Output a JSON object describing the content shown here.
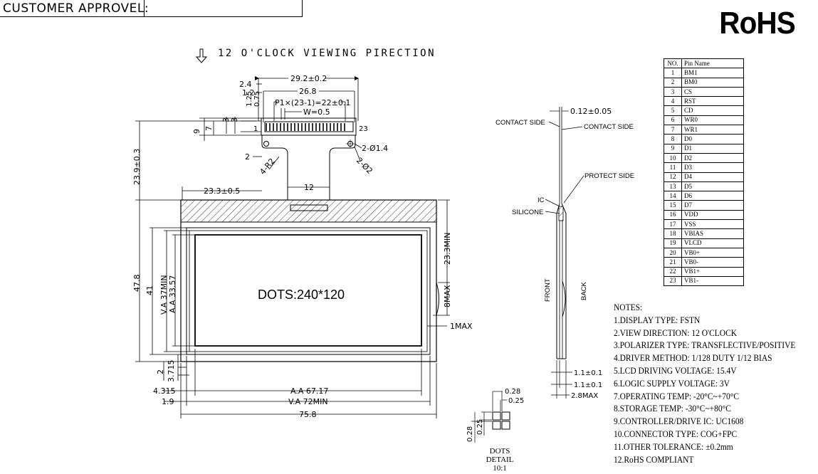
{
  "header": {
    "approval_label": "CUSTOMER APPROVEL:",
    "rohs_mark": "RoHS"
  },
  "view_direction": "12 O'CLOCK VIEWING PIRECTION",
  "display_text": "DOTS:240*120",
  "dims": {
    "d29": "29.2±0.2",
    "d26": "26.8",
    "d24": "2.4",
    "d12a": "1.2",
    "d125": "1.25",
    "d075": "0.75",
    "pitch": "P1×(23-1)=22±0.1",
    "w05": "W=0.5",
    "d3a": "3",
    "d3b": "3",
    "d9": "9",
    "d7": "7",
    "pin1": "1",
    "pin23": "23",
    "hole": "2-Ø1.4",
    "hole2": "2-Ø2",
    "r2": "4-R2",
    "d2": "2",
    "d12": "12",
    "d239": "23.9±0.3",
    "d233": "23.3±0.5",
    "d233min": "23.3MIN",
    "d478": "47.8",
    "d41": "41",
    "va37": "V.A 37MIN",
    "aa3357": "A.A 33.57",
    "d8max": "8MAX",
    "d1max": "1MAX",
    "d2b": "2",
    "d3715": "3.715",
    "d4315": "4.315",
    "d19": "1.9",
    "aa6717": "A.A 67.17",
    "va72": "V.A 72MIN",
    "d758": "75.8",
    "d012": "0.12±0.05",
    "contact_side_l": "CONTACT SIDE",
    "contact_side_r": "CONTACT SIDE",
    "protect_side": "PROTECT SIDE",
    "ic": "IC",
    "silicone": "SILICONE",
    "front": "FRONT",
    "back": "BACK",
    "d11a": "1.1±0.1",
    "d11b": "1.1±0.1",
    "d28max": "2.8MAX",
    "d028a": "0.28",
    "d025a": "0.25",
    "d028b": "0.28",
    "d025b": "0.25"
  },
  "dots_detail": {
    "title": "DOTS DETAIL",
    "scale": "10:1"
  },
  "pin_table": {
    "header_no": "NO.",
    "header_name": "Pin Name",
    "rows": [
      {
        "no": "1",
        "name": "BM1"
      },
      {
        "no": "2",
        "name": "BM0"
      },
      {
        "no": "3",
        "name": "CS"
      },
      {
        "no": "4",
        "name": "RST"
      },
      {
        "no": "5",
        "name": "CD"
      },
      {
        "no": "6",
        "name": "WR0"
      },
      {
        "no": "7",
        "name": "WR1"
      },
      {
        "no": "8",
        "name": "D0"
      },
      {
        "no": "9",
        "name": "D1"
      },
      {
        "no": "10",
        "name": "D2"
      },
      {
        "no": "11",
        "name": "D3"
      },
      {
        "no": "12",
        "name": "D4"
      },
      {
        "no": "13",
        "name": "D5"
      },
      {
        "no": "14",
        "name": "D6"
      },
      {
        "no": "15",
        "name": "D7"
      },
      {
        "no": "16",
        "name": "VDD"
      },
      {
        "no": "17",
        "name": "VSS"
      },
      {
        "no": "18",
        "name": "VBIAS"
      },
      {
        "no": "19",
        "name": "VLCD"
      },
      {
        "no": "20",
        "name": "VB0+"
      },
      {
        "no": "21",
        "name": "VB0-"
      },
      {
        "no": "22",
        "name": "VB1+"
      },
      {
        "no": "23",
        "name": "VB1-"
      }
    ]
  },
  "notes": {
    "title": "NOTES:",
    "items": [
      "1.DISPLAY TYPE: FSTN",
      "2.VIEW DIRECTION: 12 O'CLOCK",
      "3.POLARIZER TYPE: TRANSFLECTIVE/POSITIVE",
      "4.DRIVER METHOD: 1/128 DUTY 1/12 BIAS",
      "5.LCD DRIVING VOLTAGE: 15.4V",
      "6.LOGIC SUPPLY VOLTAGE: 3V",
      "7.OPERATING TEMP: -20°C~+70°C",
      "8.STORAGE TEMP: -30°C~+80°C",
      "9.CONTROLLER/DRIVE IC: UC1608",
      "10.CONNECTOR TYPE: COG+FPC",
      "11.OTHER TOLERANCE: ±0.2mm",
      "12.RoHS COMPLIANT"
    ]
  }
}
